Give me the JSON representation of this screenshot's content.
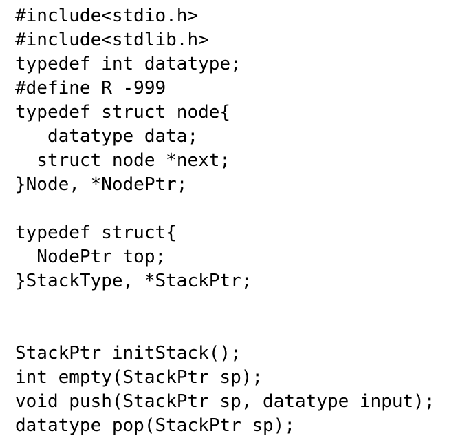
{
  "document": {
    "kind": "source-code-listing",
    "language": "C",
    "background_color": "#ffffff",
    "text_color": "#000000",
    "lines": [
      {
        "n": 1,
        "text": "#include<stdio.h>",
        "blank": false
      },
      {
        "n": 2,
        "text": "#include<stdlib.h>",
        "blank": false
      },
      {
        "n": 3,
        "text": "typedef int datatype;",
        "blank": false
      },
      {
        "n": 4,
        "text": "#define R -999",
        "blank": false
      },
      {
        "n": 5,
        "text": "typedef struct node{",
        "blank": false
      },
      {
        "n": 6,
        "text": "   datatype data;",
        "blank": false
      },
      {
        "n": 7,
        "text": "  struct node *next;",
        "blank": false
      },
      {
        "n": 8,
        "text": "}Node, *NodePtr;",
        "blank": false
      },
      {
        "n": 9,
        "text": "",
        "blank": true
      },
      {
        "n": 10,
        "text": "typedef struct{",
        "blank": false
      },
      {
        "n": 11,
        "text": "  NodePtr top;",
        "blank": false
      },
      {
        "n": 12,
        "text": "}StackType, *StackPtr;",
        "blank": false
      },
      {
        "n": 13,
        "text": "",
        "blank": true
      },
      {
        "n": 14,
        "text": "",
        "blank": true
      },
      {
        "n": 15,
        "text": "StackPtr initStack();",
        "blank": false
      },
      {
        "n": 16,
        "text": "int empty(StackPtr sp);",
        "blank": false
      },
      {
        "n": 17,
        "text": "void push(StackPtr sp, datatype input);",
        "blank": false
      },
      {
        "n": 18,
        "text": "datatype pop(StackPtr sp);",
        "blank": false
      }
    ]
  }
}
